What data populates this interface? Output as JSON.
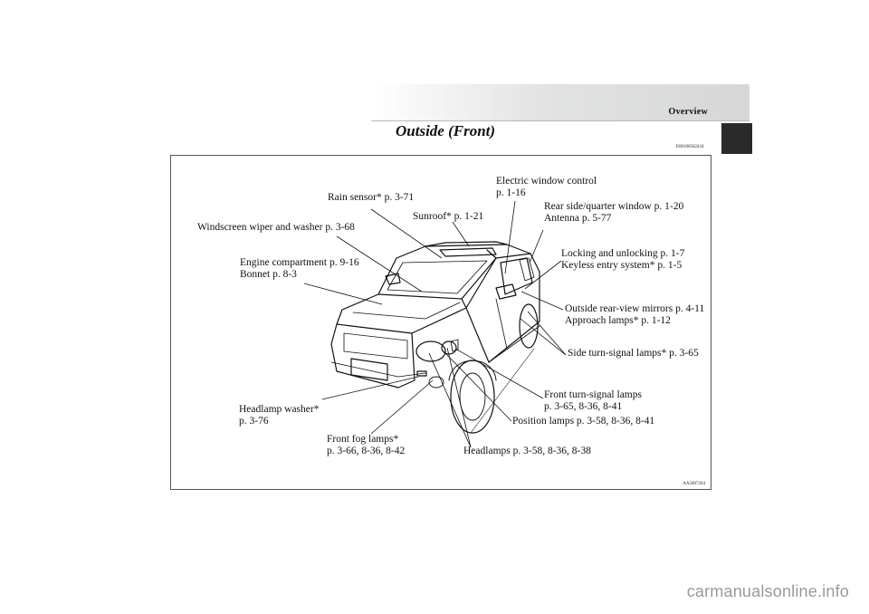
{
  "header": {
    "section": "Overview"
  },
  "page": {
    "title": "Outside (Front)",
    "code": "E00100502434"
  },
  "figure": {
    "code": "AA5007204"
  },
  "callouts": {
    "electric_window": {
      "line1": "Electric window control",
      "line2": "p. 1-16"
    },
    "rain_sensor": {
      "line1": "Rain sensor* p. 3-71"
    },
    "sunroof": {
      "line1": "Sunroof* p. 1-21"
    },
    "rear_window": {
      "line1": "Rear side/quarter window p. 1-20",
      "line2": "Antenna p. 5-77"
    },
    "wiper": {
      "line1": "Windscreen wiper and washer p. 3-68"
    },
    "locking": {
      "line1": "Locking and unlocking p. 1-7",
      "line2": "Keyless entry system* p. 1-5"
    },
    "engine": {
      "line1": "Engine compartment p. 9-16",
      "line2": "Bonnet p. 8-3"
    },
    "mirrors": {
      "line1": "Outside rear-view mirrors p. 4-11",
      "line2": "Approach lamps* p. 1-12"
    },
    "side_turn": {
      "line1": "Side turn-signal lamps* p. 3-65"
    },
    "front_turn": {
      "line1": "Front turn-signal lamps",
      "line2": "p. 3-65, 8-36, 8-41"
    },
    "headlamp_washer": {
      "line1": "Headlamp washer*",
      "line2": "p. 3-76"
    },
    "position_lamps": {
      "line1": "Position lamps p. 3-58, 8-36, 8-41"
    },
    "fog_lamps": {
      "line1": "Front fog lamps*",
      "line2": "p. 3-66, 8-36, 8-42"
    },
    "headlamps": {
      "line1": "Headlamps p. 3-58, 8-36, 8-38"
    }
  },
  "watermark": "carmanualsonline.info"
}
